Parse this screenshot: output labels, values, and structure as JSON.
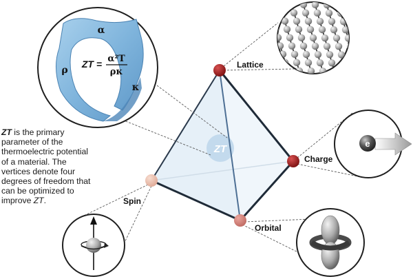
{
  "colors": {
    "dark_vertex": "#9e1b1b",
    "light_vertex": "#e9c0b0",
    "orbital_vertex": "#d6847c",
    "band_blue": "#8fc1e3",
    "tetra_fill": "#e9f2f9",
    "zt_circle": "#c6dcee"
  },
  "formula": {
    "lhs": "ZT =",
    "numerator": "α²T",
    "denominator": "ρκ",
    "symbols": {
      "alpha": "α",
      "rho": "ρ",
      "kappa": "κ"
    }
  },
  "center_label": "ZT",
  "vertices": {
    "lattice": "Lattice",
    "charge": "Charge",
    "orbital": "Orbital",
    "spin": "Spin"
  },
  "insets": {
    "lattice_icon": "graphene-lattice-icon",
    "charge_icon": "electron-arrow-icon",
    "electron_label": "e",
    "orbital_icon": "d-orbital-icon",
    "spin_icon": "spin-arrow-icon"
  },
  "caption": {
    "bold_term": "ZT",
    "text_1": " is the primary parameter of the thermoelectric potential of a material.  The vertices denote four degrees of freedom that can be optimized to improve ",
    "italic_term": "ZT",
    "text_2": "."
  }
}
